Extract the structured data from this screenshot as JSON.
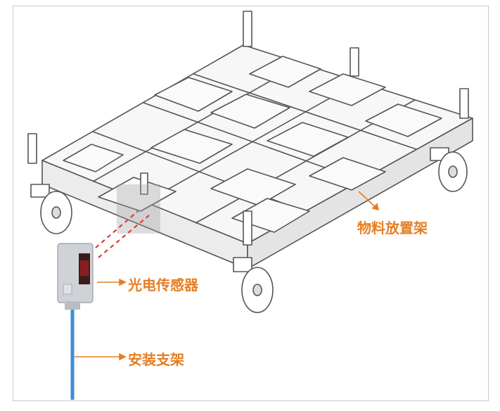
{
  "labels": {
    "rack": "物料放置架",
    "sensor": "光电传感器",
    "bracket": "安装支架"
  },
  "colors": {
    "label": "#e67e22",
    "arrow": "#e67e22",
    "beam": "#e53935",
    "cable": "#3a8fd6",
    "sensor_body": "#c9ccd0",
    "frame_line": "#555555"
  },
  "icons": {
    "sensor": "photoelectric-sensor-icon",
    "rack": "cart-rack-icon"
  }
}
